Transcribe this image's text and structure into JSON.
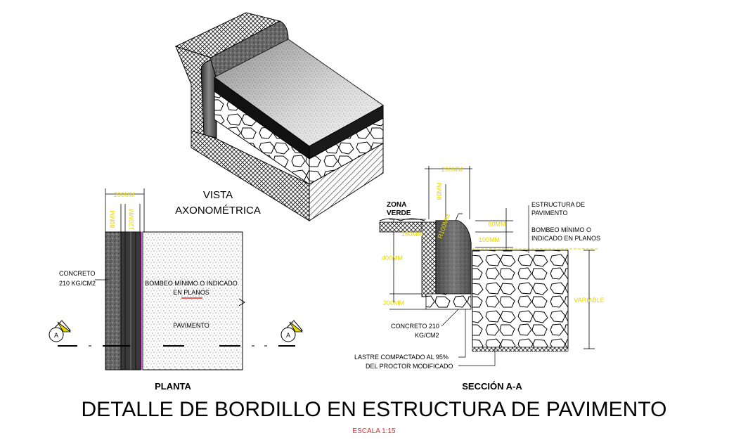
{
  "main_title": "DETALLE DE BORDILLO EN ESTRUCTURA DE PAVIMENTO",
  "scale_label": "ESCALA 1:15",
  "axonometric": {
    "title_line1": "VISTA",
    "title_line2": "AXONOMÉTRICA"
  },
  "plan": {
    "title": "PLANTA",
    "dim_total": "200MM",
    "dim_a": "80MM",
    "dim_b": "120MM",
    "concrete_line1": "CONCRETO",
    "concrete_line2": "210 KG/CM2",
    "bombeo_line1": "BOMBEO MÍNIMO O INDICADO",
    "bombeo_line2": "EN PLANOS",
    "pavement": "PAVIMENTO",
    "section_marker": "A"
  },
  "section": {
    "title": "SECCIÓN A-A",
    "dim_top": "200MM",
    "dim_80": "80MM",
    "dim_radius": "R100MM",
    "zona_verde_line1": "ZONA",
    "zona_verde_line2": "VERDE",
    "dim_150": "150MM",
    "dim_400": "400MM",
    "dim_200_base": "200MM",
    "dim_60": "60MM",
    "dim_100": "100MM",
    "estructura_line1": "ESTRUCTURA DE",
    "estructura_line2": "PAVIMENTO",
    "bombeo_line1": "BOMBEO MÍNIMO O",
    "bombeo_line2": "INDICADO EN PLANOS",
    "variable": "VARIABLE",
    "concrete_line1": "CONCRETO 210",
    "concrete_line2": "KG/CM2",
    "lastre_line1": "LASTRE COMPACTADO AL 95%",
    "lastre_line2": "DEL PROCTOR MODIFICADO"
  },
  "colors": {
    "dimension": "#e6d800",
    "scale_text": "#e03030",
    "line": "#000000",
    "magenta": "#d020d0"
  }
}
